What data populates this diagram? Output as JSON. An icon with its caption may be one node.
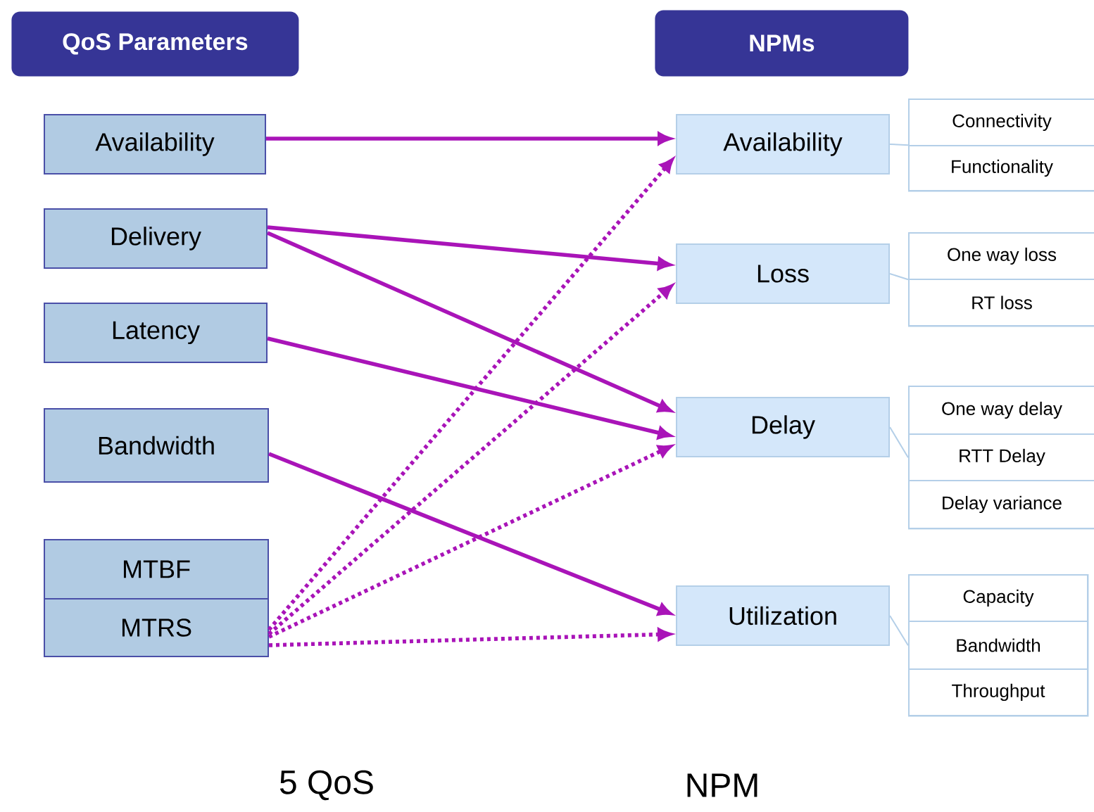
{
  "diagram": {
    "nodes": [
      {
        "text": [
          "QoS Parameters"
        ]
      },
      {
        "text": [
          "NPMs"
        ]
      },
      {
        "text": [
          "Availability"
        ]
      },
      {
        "text": [
          "Delivery"
        ]
      },
      {
        "text": [
          "Latency"
        ]
      },
      {
        "text": [
          "Bandwidth"
        ]
      },
      {
        "text": [
          "MTBF"
        ]
      },
      {
        "text": [
          "MTRS"
        ]
      },
      {
        "text": [
          "Availability"
        ]
      },
      {
        "text": [
          "Loss"
        ]
      },
      {
        "text": [
          "Delay"
        ]
      },
      {
        "text": [
          "Utilization"
        ]
      },
      {
        "text": [],
        "shape": "box"
      },
      {
        "text": [
          "Connectivity"
        ],
        "in": 12
      },
      {
        "text": [
          "Functionality"
        ],
        "in": 12
      },
      {
        "text": [],
        "shape": "box"
      },
      {
        "text": [
          "One way loss"
        ],
        "in": 15
      },
      {
        "text": [
          "RT loss"
        ],
        "in": 15
      },
      {
        "text": [],
        "shape": "box"
      },
      {
        "text": [
          "One way delay"
        ],
        "in": 18
      },
      {
        "text": [
          "RTT Delay"
        ],
        "in": 18
      },
      {
        "text": [
          "Delay variance"
        ],
        "in": 18
      },
      {
        "text": [],
        "shape": "box"
      },
      {
        "text": [
          "Capacity"
        ],
        "in": 22
      },
      {
        "text": [
          "Bandwidth"
        ],
        "in": 22
      },
      {
        "text": [
          "Throughput"
        ],
        "in": 22
      }
    ],
    "edges": [
      {
        "from": 2,
        "to": 8,
        "arrow": "to"
      },
      {
        "from": 3,
        "to": 9,
        "arrow": "to"
      },
      {
        "from": 3,
        "to": 10,
        "arrow": "to"
      },
      {
        "from": 4,
        "to": 10,
        "arrow": "to"
      },
      {
        "from": 5,
        "to": 11,
        "arrow": "to"
      },
      {
        "from": 7,
        "to": 8,
        "arrow": "to",
        "style": "dashed"
      },
      {
        "from": 7,
        "to": 9,
        "arrow": "to",
        "style": "dashed"
      },
      {
        "from": 7,
        "to": 10,
        "arrow": "to",
        "style": "dashed"
      },
      {
        "from": 7,
        "to": 11,
        "arrow": "to",
        "style": "dashed"
      },
      {
        "from": 8,
        "to": 12,
        "arrow": "none",
        "color": "#b4cfe8"
      },
      {
        "from": 9,
        "to": 15,
        "arrow": "none",
        "color": "#b4cfe8"
      },
      {
        "from": 10,
        "to": 18,
        "arrow": "none",
        "color": "#b4cfe8"
      },
      {
        "from": 11,
        "to": 22,
        "arrow": "none",
        "color": "#b4cfe8"
      }
    ],
    "labels": [
      "5 QoS",
      "NPM"
    ]
  }
}
